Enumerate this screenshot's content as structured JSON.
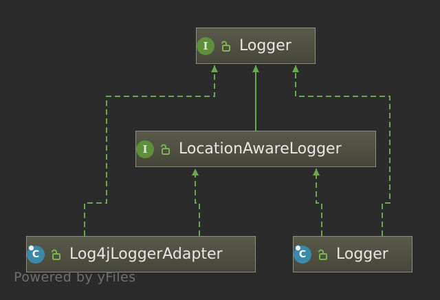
{
  "nodes": [
    {
      "id": "logger_iface",
      "name": "Logger",
      "kind": "interface",
      "badge": "I",
      "badge_icon": "interface-icon",
      "visibility_icon": "unlocked-icon"
    },
    {
      "id": "location_aware",
      "name": "LocationAwareLogger",
      "kind": "interface",
      "badge": "I",
      "badge_icon": "interface-icon",
      "visibility_icon": "unlocked-icon"
    },
    {
      "id": "log4j_adapter",
      "name": "Log4jLoggerAdapter",
      "kind": "class",
      "badge": "C",
      "badge_icon": "class-icon",
      "visibility_icon": "unlocked-icon"
    },
    {
      "id": "logger_class",
      "name": "Logger",
      "kind": "class",
      "badge": "C",
      "badge_icon": "class-icon",
      "visibility_icon": "unlocked-icon"
    }
  ],
  "edges": [
    {
      "from": "location_aware",
      "to": "logger_iface",
      "relation": "extends",
      "style": "solid"
    },
    {
      "from": "log4j_adapter",
      "to": "logger_iface",
      "relation": "implements",
      "style": "dashed"
    },
    {
      "from": "log4j_adapter",
      "to": "location_aware",
      "relation": "implements",
      "style": "dashed"
    },
    {
      "from": "logger_class",
      "to": "location_aware",
      "relation": "implements",
      "style": "dashed"
    },
    {
      "from": "logger_class",
      "to": "logger_iface",
      "relation": "implements",
      "style": "dashed"
    }
  ],
  "colors": {
    "background": "#2b2b2b",
    "edge": "#6aa84f",
    "node_fill": "#4f4f42",
    "interface_badge": "#5e8f3c",
    "class_badge": "#3b89a8"
  },
  "watermark": "Powered by yFiles"
}
